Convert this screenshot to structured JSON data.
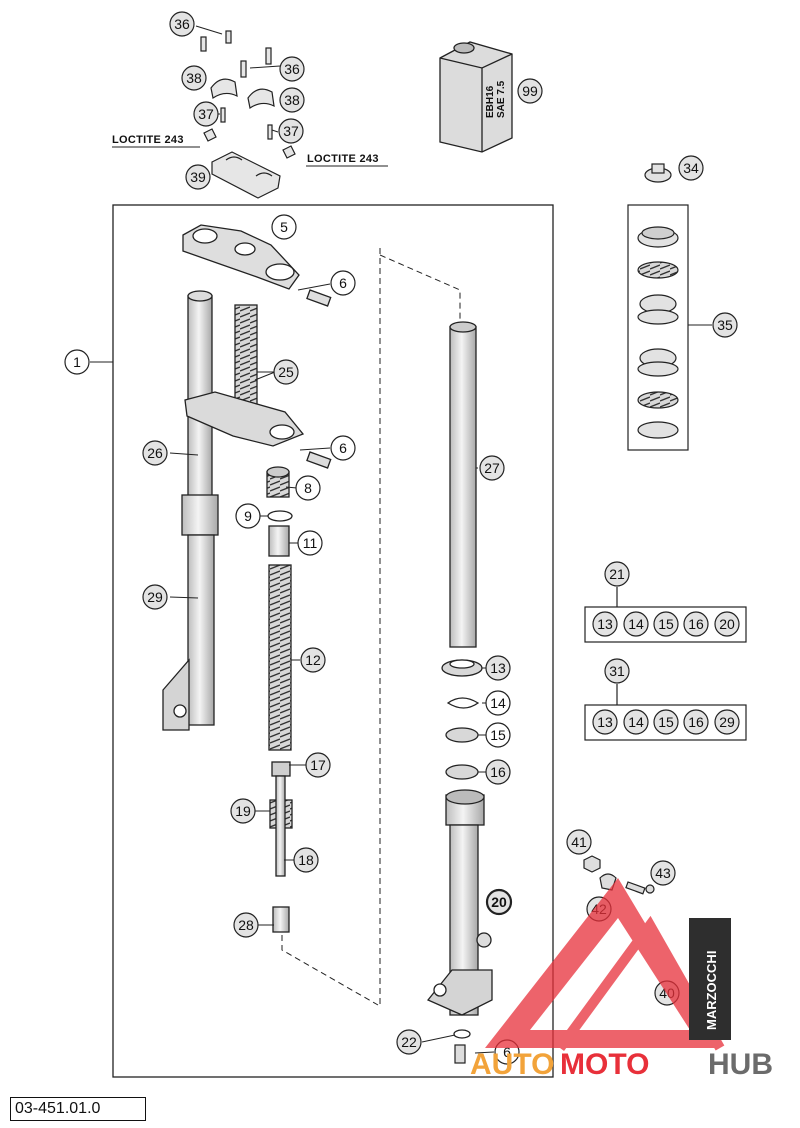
{
  "document_id": "03-451.01.0",
  "loctite_label": "LOCTITE 243",
  "oil_can": {
    "line1": "EBH16",
    "line2": "SAE 7.5"
  },
  "parts": {
    "p1": "1",
    "p5": "5",
    "p6": "6",
    "p8": "8",
    "p9": "9",
    "p11": "11",
    "p12": "12",
    "p13": "13",
    "p14": "14",
    "p15": "15",
    "p16": "16",
    "p17": "17",
    "p18": "18",
    "p19": "19",
    "p20": "20",
    "p21": "21",
    "p22": "22",
    "p25": "25",
    "p26": "26",
    "p27": "27",
    "p28": "28",
    "p29": "29",
    "p31": "31",
    "p34": "34",
    "p35": "35",
    "p36": "36",
    "p37": "37",
    "p38": "38",
    "p39": "39",
    "p40": "40",
    "p41": "41",
    "p42": "42",
    "p43": "43",
    "p99": "99"
  },
  "kit_21": [
    "13",
    "14",
    "15",
    "16",
    "20"
  ],
  "kit_31": [
    "13",
    "14",
    "15",
    "16",
    "29"
  ],
  "watermark": {
    "word1": "AUTO",
    "word2": "MOTO",
    "word3": "HUB",
    "badge": "MARZOCCHI"
  },
  "colors": {
    "line": "#222222",
    "part_fill": "#e6e6e6",
    "watermark_red": "#e8303a",
    "watermark_grey": "#6b6b6b"
  }
}
